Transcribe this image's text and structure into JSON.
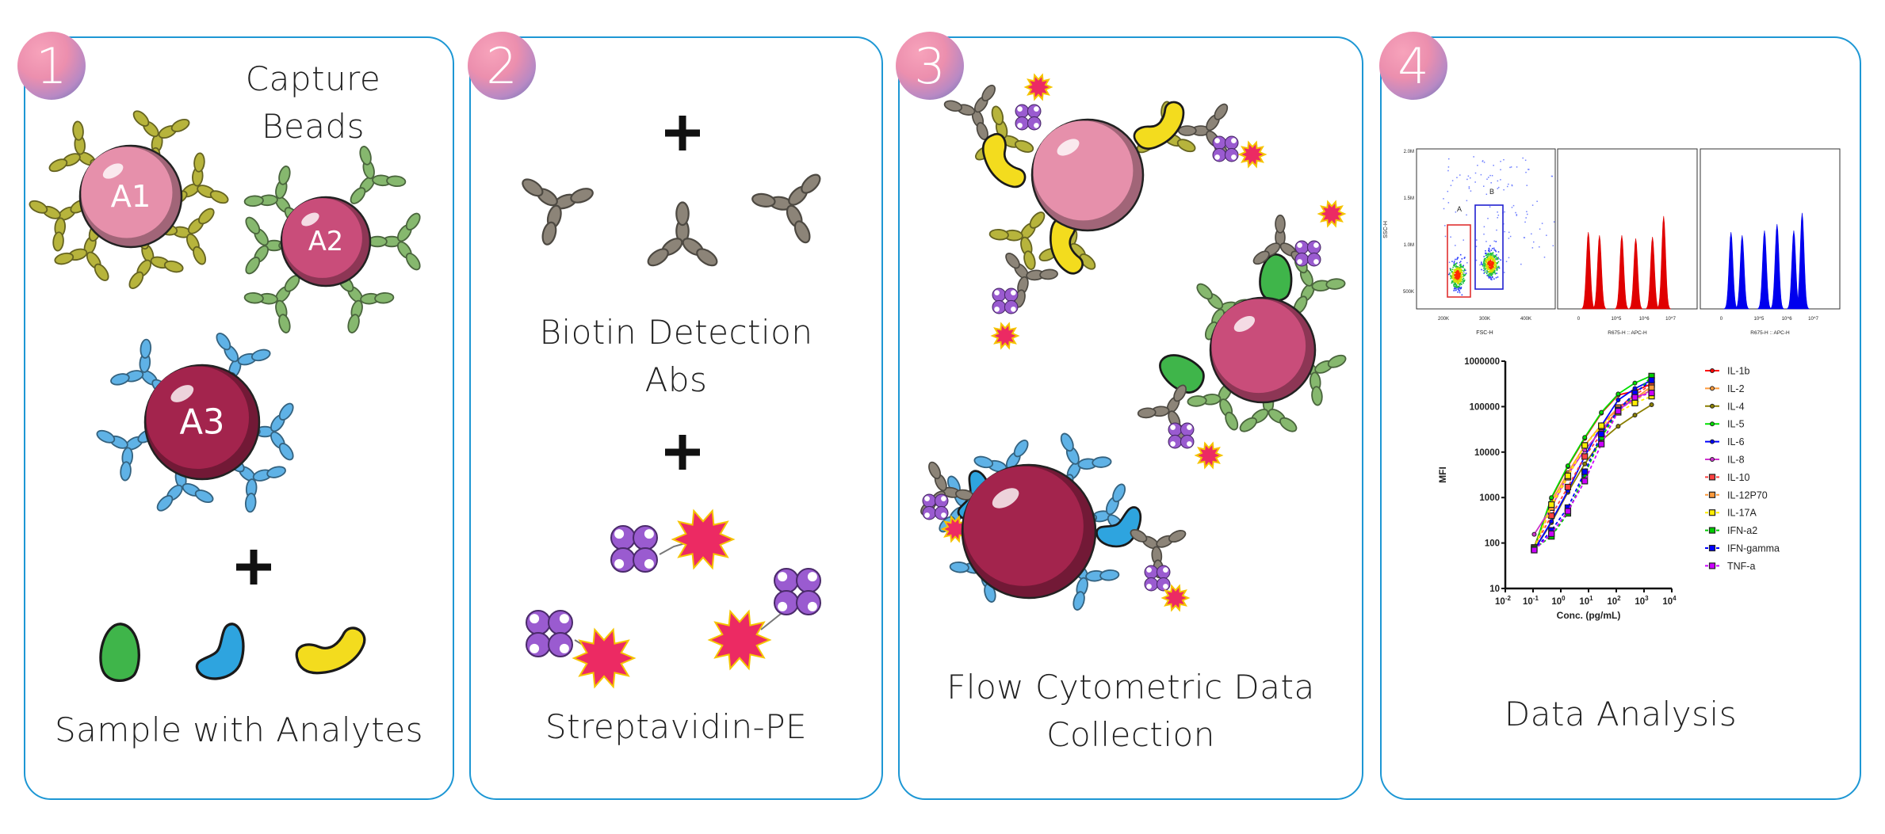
{
  "steps": [
    {
      "number": "1",
      "title_line1": "Capture",
      "title_line2": "Beads",
      "caption": "Sample with Analytes",
      "beads": [
        "A1",
        "A2",
        "A3"
      ]
    },
    {
      "number": "2",
      "caption_line1": "Biotin Detection",
      "caption_line2": "Abs",
      "caption_bottom": "Streptavidin-PE"
    },
    {
      "number": "3",
      "caption_line1": "Flow Cytometric Data",
      "caption_line2": "Collection"
    },
    {
      "number": "4",
      "caption": "Data Analysis"
    }
  ],
  "colors": {
    "panel_border": "#1d97d4",
    "bead_a1": "#e690ab",
    "bead_a2": "#c94d7a",
    "bead_a3": "#a3244d",
    "ab_olive": "#b7b43c",
    "ab_green": "#86b86e",
    "ab_blue": "#5fb2e6",
    "ab_gray": "#8c8478",
    "analyte_green": "#3fb54a",
    "analyte_blue": "#2ea4df",
    "analyte_yellow": "#f3dc1e",
    "streptavidin": "#9a5bd0",
    "pe_star": "#ec2a63"
  },
  "flow_plots": {
    "scatter": {
      "xlabel": "FSC-H",
      "ylabel": "SSC-H",
      "xticks": [
        "200K",
        "300K",
        "400K"
      ],
      "yticks": [
        "500K",
        "1.0M",
        "1.5M",
        "2.0M"
      ],
      "gates": [
        "A",
        "B"
      ]
    },
    "histograms": [
      {
        "xlabel": "R675-H :: APC-H",
        "xticks": [
          "0",
          "10^5",
          "10^6",
          "10^7"
        ],
        "color": "#e00000",
        "peaks": [
          0.22,
          0.3,
          0.46,
          0.56,
          0.68,
          0.76
        ],
        "heights": [
          0.48,
          0.46,
          0.46,
          0.44,
          0.45,
          0.58
        ]
      },
      {
        "xlabel": "R675-H :: APC-H",
        "xticks": [
          "0",
          "10^5",
          "10^6",
          "10^7"
        ],
        "color": "#0000ee",
        "peaks": [
          0.22,
          0.3,
          0.46,
          0.55,
          0.67,
          0.73
        ],
        "heights": [
          0.48,
          0.46,
          0.49,
          0.53,
          0.49,
          0.6
        ]
      }
    ]
  },
  "chart_data": {
    "type": "line",
    "title": "",
    "xlabel": "Conc. (pg/mL)",
    "ylabel": "MFI",
    "xscale": "log",
    "yscale": "log",
    "xlim": [
      0.01,
      10000
    ],
    "ylim": [
      10,
      1000000
    ],
    "xticks": [
      "10-2",
      "10-1",
      "100",
      "101",
      "102",
      "103",
      "104"
    ],
    "xtick_exp": [
      "-2",
      "-1",
      "0",
      "1",
      "2",
      "3",
      "4"
    ],
    "yticks": [
      "10",
      "100",
      "1000",
      "10000",
      "100000",
      "1000000"
    ],
    "legend_position": "right",
    "x": [
      0.11,
      0.46,
      1.8,
      7.3,
      29,
      117,
      469,
      1875
    ],
    "series": [
      {
        "name": "IL-1b",
        "color": "#ff0000",
        "marker": "circle",
        "dash": false,
        "values": [
          80,
          950,
          4800,
          20000,
          72000,
          180000,
          220000,
          320000
        ]
      },
      {
        "name": "IL-2",
        "color": "#ff9a3c",
        "marker": "circle",
        "dash": false,
        "values": [
          75,
          800,
          3500,
          14000,
          40000,
          95000,
          150000,
          280000
        ]
      },
      {
        "name": "IL-4",
        "color": "#8a7f00",
        "marker": "circle",
        "dash": false,
        "values": [
          70,
          280,
          1300,
          5500,
          18000,
          37000,
          65000,
          110000
        ]
      },
      {
        "name": "IL-5",
        "color": "#00e000",
        "marker": "circle",
        "dash": false,
        "values": [
          75,
          1000,
          5000,
          21000,
          75000,
          190000,
          330000,
          480000
        ]
      },
      {
        "name": "IL-6",
        "color": "#0000ff",
        "marker": "circle",
        "dash": false,
        "values": [
          70,
          300,
          1400,
          8000,
          38000,
          140000,
          250000,
          380000
        ]
      },
      {
        "name": "IL-8",
        "color": "#cc33cc",
        "marker": "circle",
        "dash": false,
        "values": [
          155,
          600,
          3200,
          11000,
          30000,
          85000,
          150000,
          230000
        ]
      },
      {
        "name": "IL-10",
        "color": "#ff4040",
        "marker": "square",
        "dash": true,
        "values": [
          80,
          400,
          1700,
          8000,
          25000,
          95000,
          180000,
          310000
        ]
      },
      {
        "name": "IL-12P70",
        "color": "#ff9a3c",
        "marker": "square",
        "dash": true,
        "values": [
          75,
          600,
          2800,
          14000,
          36000,
          95000,
          130000,
          260000
        ]
      },
      {
        "name": "IL-17A",
        "color": "#ffee00",
        "marker": "square",
        "dash": true,
        "values": [
          75,
          700,
          3000,
          14000,
          38000,
          75000,
          120000,
          170000
        ]
      },
      {
        "name": "IFN-a2",
        "color": "#00cc00",
        "marker": "square",
        "dash": true,
        "values": [
          75,
          140,
          450,
          3200,
          21000,
          80000,
          180000,
          470000
        ]
      },
      {
        "name": "IFN-gamma",
        "color": "#0000ff",
        "marker": "square",
        "dash": true,
        "values": [
          70,
          190,
          600,
          3700,
          25000,
          85000,
          200000,
          380000
        ]
      },
      {
        "name": "TNF-a",
        "color": "#cc00ff",
        "marker": "square",
        "dash": true,
        "values": [
          70,
          160,
          500,
          2300,
          15000,
          80000,
          160000,
          200000
        ]
      }
    ]
  }
}
